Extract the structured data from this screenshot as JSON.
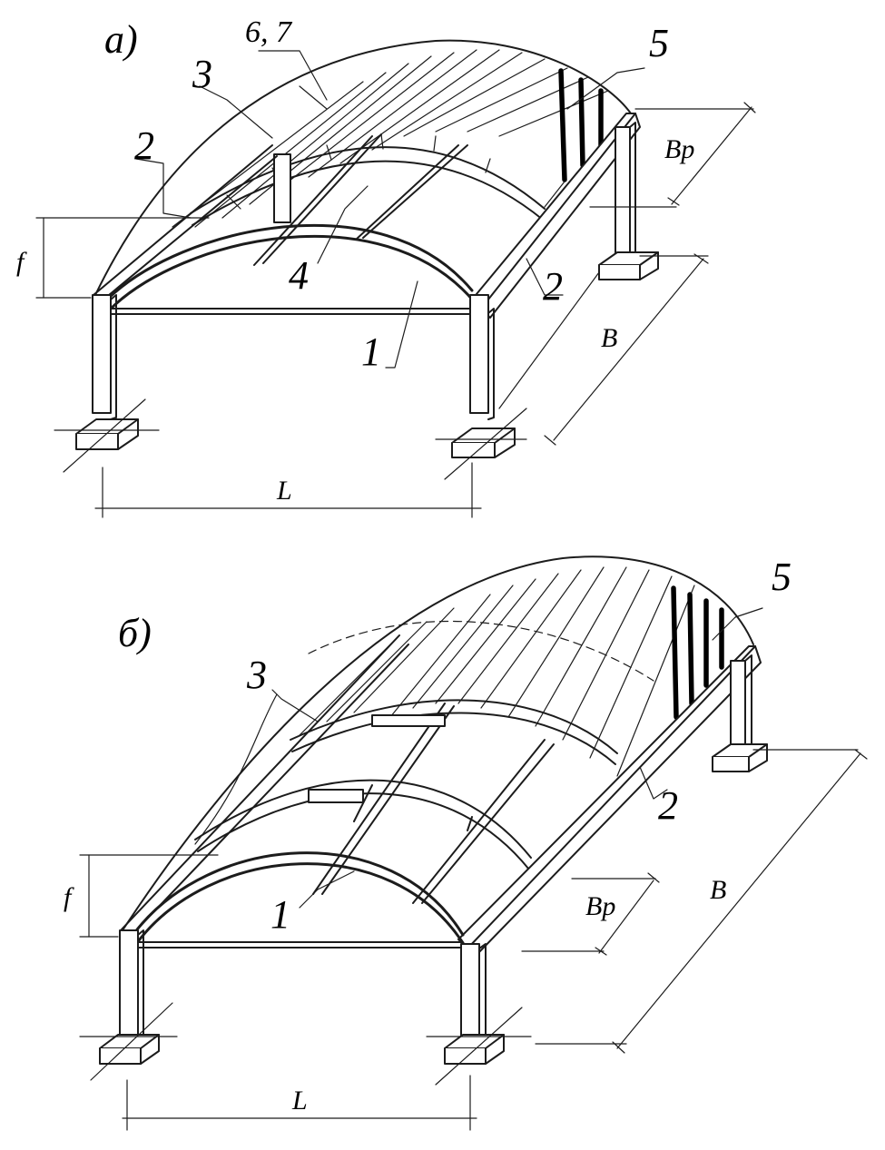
{
  "labels": {
    "fig_a": "а)",
    "fig_b": "б)",
    "a_67": "6, 7",
    "a_3": "3",
    "a_5": "5",
    "a_2_left": "2",
    "a_2_right": "2",
    "a_4": "4",
    "a_1": "1",
    "a_f": "f",
    "a_L": "L",
    "a_B": "B",
    "a_Bp": "Bр",
    "b_3": "3",
    "b_5": "5",
    "b_2": "2",
    "b_1": "1",
    "b_f": "f",
    "b_L": "L",
    "b_B": "B",
    "b_Bp": "Bр"
  }
}
